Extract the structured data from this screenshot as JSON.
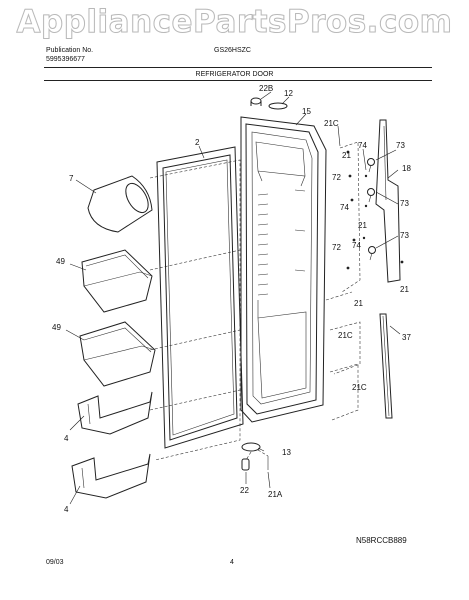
{
  "watermark": "AppliancePartsPros.com",
  "header": {
    "publication_label": "Publication No.",
    "publication_number": "5995396677",
    "model": "GS26HSZC",
    "section_title": "REFRIGERATOR DOOR"
  },
  "callouts": {
    "c22b": "22B",
    "c12": "12",
    "c15": "15",
    "c2": "2",
    "c7": "7",
    "c21c_a": "21C",
    "c21_a": "21",
    "c74_a": "74",
    "c73_a": "73",
    "c18": "18",
    "c72_a": "72",
    "c74_b": "74",
    "c73_b": "73",
    "c21_b": "21",
    "c72_b": "72",
    "c74_c": "74",
    "c73_c": "73",
    "c21_c": "21",
    "c21_d": "21",
    "c49_a": "49",
    "c49_b": "49",
    "c37": "37",
    "c21c_b": "21C",
    "c21c_c": "21C",
    "c4_a": "4",
    "c4_b": "4",
    "c13": "13",
    "c22": "22",
    "c21a": "21A"
  },
  "footer": {
    "date": "09/03",
    "page": "4",
    "drawing_code": "N58RCCB889"
  }
}
